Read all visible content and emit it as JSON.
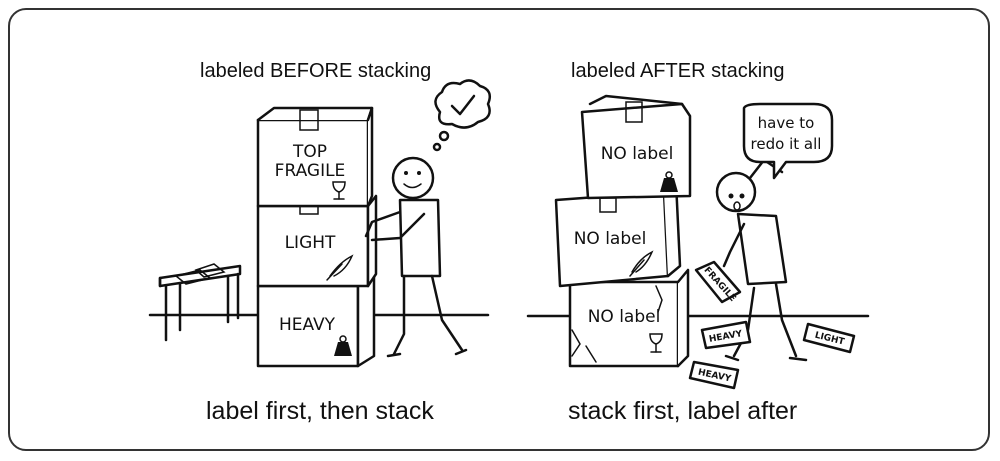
{
  "panels": {
    "left": {
      "title": "labeled BEFORE stacking",
      "caption": "label first, then stack",
      "boxes": {
        "top_line1": "TOP",
        "top_line2": "FRAGILE",
        "middle": "LIGHT",
        "bottom": "HEAVY"
      }
    },
    "right": {
      "title": "labeled AFTER stacking",
      "caption": "stack first, label after",
      "boxes": {
        "top": "NO label",
        "middle": "NO label",
        "bottom": "NO label"
      },
      "speech_line1": "have to",
      "speech_line2": "redo it all",
      "papers": {
        "held": "FRAGILE",
        "floor1": "HEAVY",
        "floor2": "HEAVY",
        "floor3": "LIGHT"
      }
    }
  },
  "icons": [
    "checkmark-icon",
    "wine-glass-icon",
    "feather-icon",
    "weight-icon",
    "thought-bubble-icon",
    "speech-bubble-icon"
  ]
}
